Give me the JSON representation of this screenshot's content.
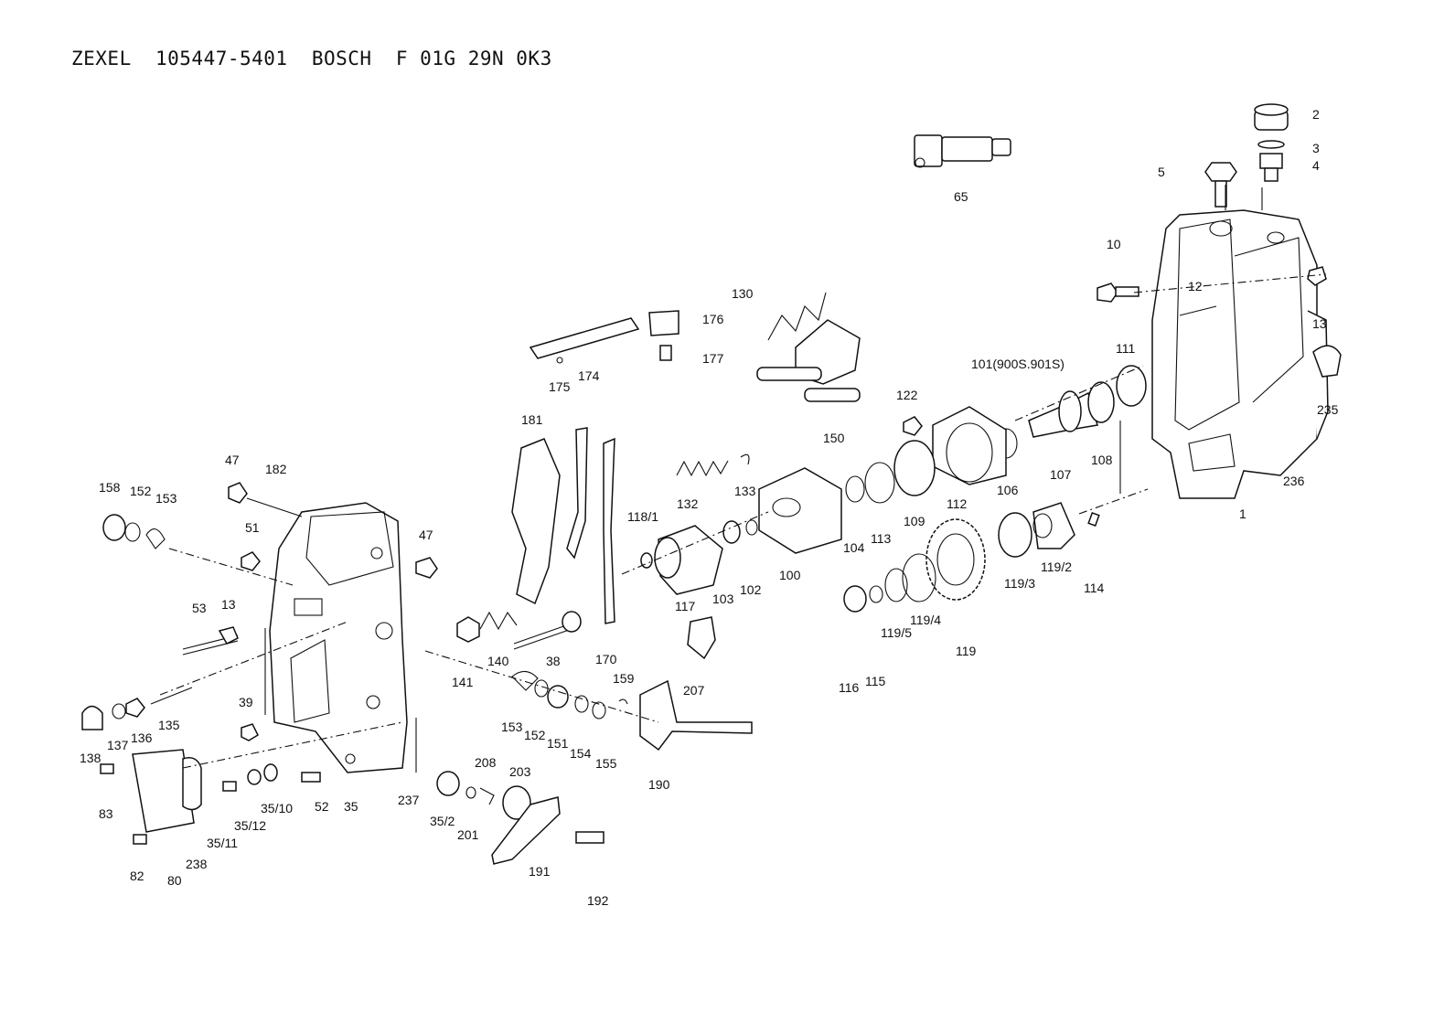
{
  "header": {
    "title": "ZEXEL  105447-5401  BOSCH  F 01G 29N 0K3"
  },
  "callouts": [
    {
      "id": "p2",
      "text": "2"
    },
    {
      "id": "p3",
      "text": "3"
    },
    {
      "id": "p4",
      "text": "4"
    },
    {
      "id": "p5",
      "text": "5"
    },
    {
      "id": "p65",
      "text": "65"
    },
    {
      "id": "p10",
      "text": "10"
    },
    {
      "id": "p12",
      "text": "12"
    },
    {
      "id": "p13a",
      "text": "13"
    },
    {
      "id": "p235",
      "text": "235"
    },
    {
      "id": "p111",
      "text": "111"
    },
    {
      "id": "p101",
      "text": "101(900S.901S)"
    },
    {
      "id": "p122",
      "text": "122"
    },
    {
      "id": "p130",
      "text": "130"
    },
    {
      "id": "p176",
      "text": "176"
    },
    {
      "id": "p177",
      "text": "177"
    },
    {
      "id": "p175",
      "text": "175"
    },
    {
      "id": "p174",
      "text": "174"
    },
    {
      "id": "p150",
      "text": "150"
    },
    {
      "id": "p181",
      "text": "181"
    },
    {
      "id": "p133",
      "text": "133"
    },
    {
      "id": "p132",
      "text": "132"
    },
    {
      "id": "p106",
      "text": "106"
    },
    {
      "id": "p107",
      "text": "107"
    },
    {
      "id": "p108",
      "text": "108"
    },
    {
      "id": "p236",
      "text": "236"
    },
    {
      "id": "p1",
      "text": "1"
    },
    {
      "id": "p112",
      "text": "112"
    },
    {
      "id": "p109",
      "text": "109"
    },
    {
      "id": "p113",
      "text": "113"
    },
    {
      "id": "p104",
      "text": "104"
    },
    {
      "id": "p100",
      "text": "100"
    },
    {
      "id": "p118",
      "text": "118/1"
    },
    {
      "id": "p117",
      "text": "117"
    },
    {
      "id": "p103",
      "text": "103"
    },
    {
      "id": "p102",
      "text": "102"
    },
    {
      "id": "p119_3",
      "text": "119/3"
    },
    {
      "id": "p119_2",
      "text": "119/2"
    },
    {
      "id": "p114",
      "text": "114"
    },
    {
      "id": "p119_4",
      "text": "119/4"
    },
    {
      "id": "p119_5",
      "text": "119/5"
    },
    {
      "id": "p119",
      "text": "119"
    },
    {
      "id": "p116",
      "text": "116"
    },
    {
      "id": "p115",
      "text": "115"
    },
    {
      "id": "p158",
      "text": "158"
    },
    {
      "id": "p152a",
      "text": "152"
    },
    {
      "id": "p153a",
      "text": "153"
    },
    {
      "id": "p47a",
      "text": "47"
    },
    {
      "id": "p182",
      "text": "182"
    },
    {
      "id": "p47b",
      "text": "47"
    },
    {
      "id": "p51",
      "text": "51"
    },
    {
      "id": "p53",
      "text": "53"
    },
    {
      "id": "p13b",
      "text": "13"
    },
    {
      "id": "p140",
      "text": "140"
    },
    {
      "id": "p38",
      "text": "38"
    },
    {
      "id": "p170",
      "text": "170"
    },
    {
      "id": "p207",
      "text": "207"
    },
    {
      "id": "p141",
      "text": "141"
    },
    {
      "id": "p159",
      "text": "159"
    },
    {
      "id": "p39",
      "text": "39"
    },
    {
      "id": "p135",
      "text": "135"
    },
    {
      "id": "p136",
      "text": "136"
    },
    {
      "id": "p137",
      "text": "137"
    },
    {
      "id": "p138",
      "text": "138"
    },
    {
      "id": "p153b",
      "text": "153"
    },
    {
      "id": "p152b",
      "text": "152"
    },
    {
      "id": "p151",
      "text": "151"
    },
    {
      "id": "p154",
      "text": "154"
    },
    {
      "id": "p155",
      "text": "155"
    },
    {
      "id": "p190",
      "text": "190"
    },
    {
      "id": "p83",
      "text": "83"
    },
    {
      "id": "p35_10",
      "text": "35/10"
    },
    {
      "id": "p52",
      "text": "52"
    },
    {
      "id": "p35",
      "text": "35"
    },
    {
      "id": "p237",
      "text": "237"
    },
    {
      "id": "p208",
      "text": "208"
    },
    {
      "id": "p203",
      "text": "203"
    },
    {
      "id": "p35_12",
      "text": "35/12"
    },
    {
      "id": "p35_2",
      "text": "35/2"
    },
    {
      "id": "p201",
      "text": "201"
    },
    {
      "id": "p35_11",
      "text": "35/11"
    },
    {
      "id": "p238",
      "text": "238"
    },
    {
      "id": "p82",
      "text": "82"
    },
    {
      "id": "p80",
      "text": "80"
    },
    {
      "id": "p191",
      "text": "191"
    },
    {
      "id": "p192",
      "text": "192"
    }
  ]
}
